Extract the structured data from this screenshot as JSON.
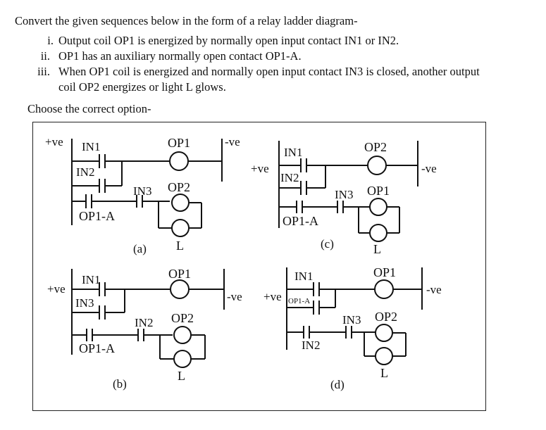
{
  "question": {
    "title": "Convert the given sequences below in the form of a relay ladder diagram-",
    "items": [
      {
        "num": "i.",
        "lines": [
          "Output coil OP1 is energized by normally open input contact IN1 or IN2."
        ]
      },
      {
        "num": "ii.",
        "lines": [
          "OP1 has an auxiliary normally open contact OP1-A."
        ]
      },
      {
        "num": "iii.",
        "lines": [
          "When OP1 coil is energized and normally open input contact IN3 is closed, another output",
          "coil OP2 energizes or light L glows."
        ]
      }
    ],
    "choose": "Choose the correct option-"
  },
  "diagrams": {
    "a": {
      "caption": "(a)",
      "pos": "+ve",
      "neg": "-ve",
      "in_top": "IN1",
      "in_bottom": "IN2",
      "coil_top": "OP1",
      "series": "IN3",
      "aux": "OP1-A",
      "coil_out": "OP2",
      "lamp": "L"
    },
    "b": {
      "caption": "(b)",
      "pos": "+ve",
      "neg": "-ve",
      "in_top": "IN1",
      "in_bottom": "IN3",
      "coil_top": "OP1",
      "series": "IN2",
      "aux": "OP1-A",
      "coil_out": "OP2",
      "lamp": "L"
    },
    "c": {
      "caption": "(c)",
      "pos": "+ve",
      "neg": "-ve",
      "in_top": "IN1",
      "in_bottom": "IN2",
      "coil_top": "OP2",
      "series": "IN3",
      "aux": "OP1-A",
      "coil_out": "OP1",
      "lamp": "L"
    },
    "d": {
      "caption": "(d)",
      "pos": "+ve",
      "neg": "-ve",
      "in_top": "IN1",
      "in_bottom": "OP1-A",
      "coil_top": "OP1",
      "series": "IN3",
      "aux": "IN2",
      "coil_out": "OP2",
      "lamp": "L"
    }
  }
}
